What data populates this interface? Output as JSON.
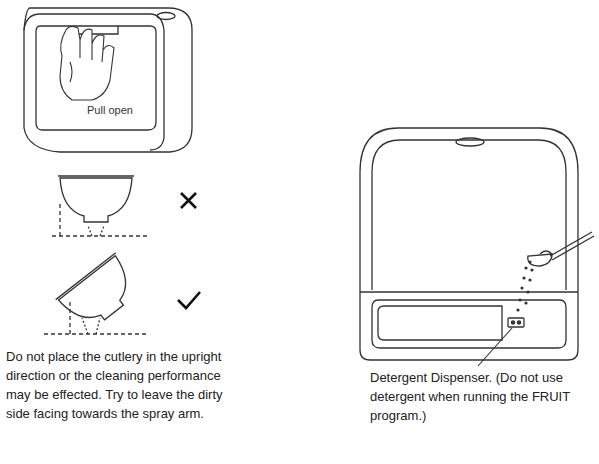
{
  "diagram": {
    "labels": [
      "Pull open",
      "Do not place the cutlery in the upright direction or the cleaning performance may be effected. Try to leave the dirty side facing towards the spray arm.",
      "Detergent Dispenser. (Do not use detergent when running the FRUIT program.)"
    ]
  }
}
